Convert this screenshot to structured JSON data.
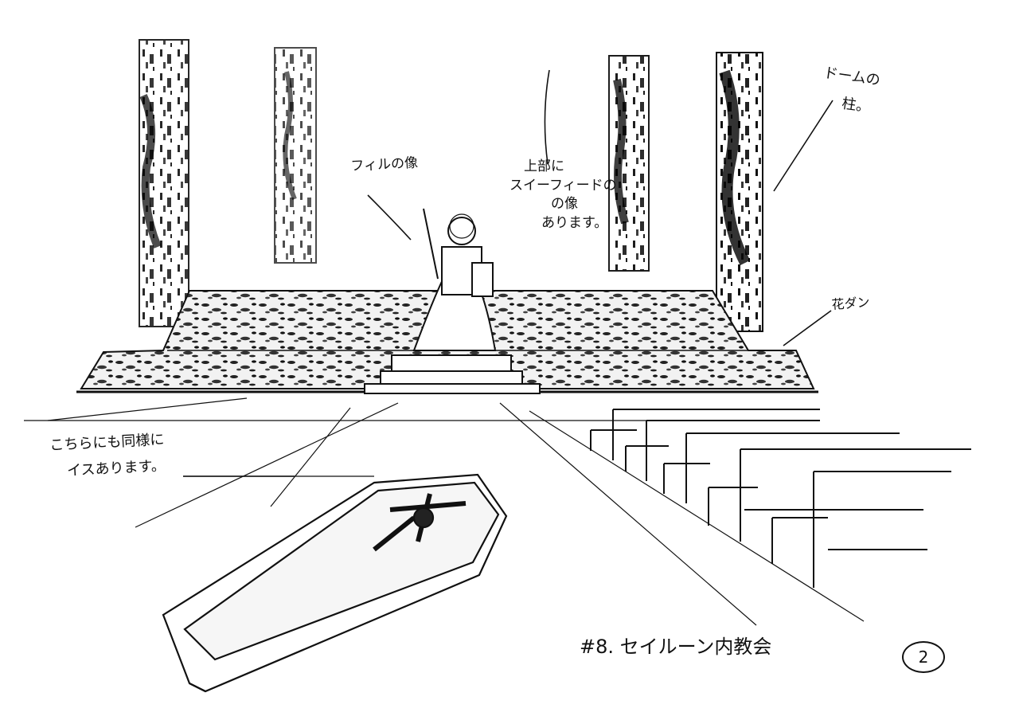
{
  "annotations": {
    "filu_statue": "フィルの像",
    "sweed_statue_lines": [
      "上部に",
      "スイーフィードの",
      "の像",
      "あります。"
    ],
    "dome_pillar_lines": [
      "ドームの",
      "柱。"
    ],
    "flower_bed": "花ダン",
    "chairs_note_lines": [
      "こちらにも同様に",
      "イスあります。"
    ]
  },
  "scene_title": "#8. セイルーン内教会",
  "sheet_number": "2"
}
